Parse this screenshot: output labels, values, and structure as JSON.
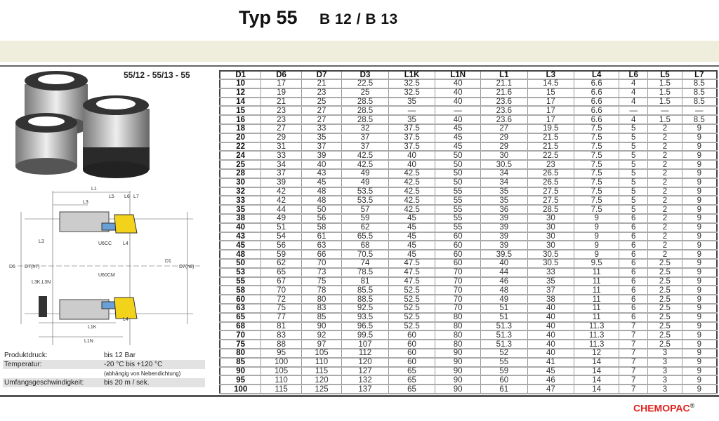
{
  "header": {
    "title": "Typ 55",
    "subtitle": "B 12  /  B 13"
  },
  "model": "55/12 - 55/13 - 55",
  "drawing_labels": [
    "L1",
    "L3",
    "L5",
    "L6",
    "L7",
    "L3",
    "U6CC",
    "L4",
    "D6",
    "D7(h7)",
    "D7(h8)",
    "D1",
    "L3K,L3N",
    "U60CM",
    "L4",
    "L1K",
    "L1N"
  ],
  "table": {
    "columns": [
      "D1",
      "D6",
      "D7",
      "D3",
      "L1K",
      "L1N",
      "L1",
      "L3",
      "L4",
      "L6",
      "L5",
      "L7"
    ],
    "rows": [
      [
        "10",
        "17",
        "21",
        "22.5",
        "32.5",
        "40",
        "21.1",
        "14.5",
        "6.6",
        "4",
        "1.5",
        "8.5"
      ],
      [
        "12",
        "19",
        "23",
        "25",
        "32.5",
        "40",
        "21.6",
        "15",
        "6.6",
        "4",
        "1.5",
        "8.5"
      ],
      [
        "14",
        "21",
        "25",
        "28.5",
        "35",
        "40",
        "23.6",
        "17",
        "6.6",
        "4",
        "1.5",
        "8.5"
      ],
      [
        "15",
        "23",
        "27",
        "28.5",
        "—",
        "—",
        "23.6",
        "17",
        "6.6",
        "—",
        "—",
        "—"
      ],
      [
        "16",
        "23",
        "27",
        "28.5",
        "35",
        "40",
        "23.6",
        "17",
        "6.6",
        "4",
        "1.5",
        "8.5"
      ],
      [
        "18",
        "27",
        "33",
        "32",
        "37.5",
        "45",
        "27",
        "19.5",
        "7.5",
        "5",
        "2",
        "9"
      ],
      [
        "20",
        "29",
        "35",
        "37",
        "37.5",
        "45",
        "29",
        "21.5",
        "7.5",
        "5",
        "2",
        "9"
      ],
      [
        "22",
        "31",
        "37",
        "37",
        "37.5",
        "45",
        "29",
        "21.5",
        "7.5",
        "5",
        "2",
        "9"
      ],
      [
        "24",
        "33",
        "39",
        "42.5",
        "40",
        "50",
        "30",
        "22.5",
        "7.5",
        "5",
        "2",
        "9"
      ],
      [
        "25",
        "34",
        "40",
        "42.5",
        "40",
        "50",
        "30.5",
        "23",
        "7.5",
        "5",
        "2",
        "9"
      ],
      [
        "28",
        "37",
        "43",
        "49",
        "42.5",
        "50",
        "34",
        "26.5",
        "7.5",
        "5",
        "2",
        "9"
      ],
      [
        "30",
        "39",
        "45",
        "49",
        "42.5",
        "50",
        "34",
        "26.5",
        "7.5",
        "5",
        "2",
        "9"
      ],
      [
        "32",
        "42",
        "48",
        "53.5",
        "42.5",
        "55",
        "35",
        "27.5",
        "7.5",
        "5",
        "2",
        "9"
      ],
      [
        "33",
        "42",
        "48",
        "53.5",
        "42.5",
        "55",
        "35",
        "27.5",
        "7.5",
        "5",
        "2",
        "9"
      ],
      [
        "35",
        "44",
        "50",
        "57",
        "42.5",
        "55",
        "36",
        "28.5",
        "7.5",
        "5",
        "2",
        "9"
      ],
      [
        "38",
        "49",
        "56",
        "59",
        "45",
        "55",
        "39",
        "30",
        "9",
        "6",
        "2",
        "9"
      ],
      [
        "40",
        "51",
        "58",
        "62",
        "45",
        "55",
        "39",
        "30",
        "9",
        "6",
        "2",
        "9"
      ],
      [
        "43",
        "54",
        "61",
        "65.5",
        "45",
        "60",
        "39",
        "30",
        "9",
        "6",
        "2",
        "9"
      ],
      [
        "45",
        "56",
        "63",
        "68",
        "45",
        "60",
        "39",
        "30",
        "9",
        "6",
        "2",
        "9"
      ],
      [
        "48",
        "59",
        "66",
        "70.5",
        "45",
        "60",
        "39.5",
        "30.5",
        "9",
        "6",
        "2",
        "9"
      ],
      [
        "50",
        "62",
        "70",
        "74",
        "47.5",
        "60",
        "40",
        "30.5",
        "9.5",
        "6",
        "2.5",
        "9"
      ],
      [
        "53",
        "65",
        "73",
        "78.5",
        "47.5",
        "70",
        "44",
        "33",
        "11",
        "6",
        "2.5",
        "9"
      ],
      [
        "55",
        "67",
        "75",
        "81",
        "47.5",
        "70",
        "46",
        "35",
        "11",
        "6",
        "2.5",
        "9"
      ],
      [
        "58",
        "70",
        "78",
        "85.5",
        "52.5",
        "70",
        "48",
        "37",
        "11",
        "6",
        "2.5",
        "9"
      ],
      [
        "60",
        "72",
        "80",
        "88.5",
        "52.5",
        "70",
        "49",
        "38",
        "11",
        "6",
        "2.5",
        "9"
      ],
      [
        "63",
        "75",
        "83",
        "92.5",
        "52.5",
        "70",
        "51",
        "40",
        "11",
        "6",
        "2.5",
        "9"
      ],
      [
        "65",
        "77",
        "85",
        "93.5",
        "52.5",
        "80",
        "51",
        "40",
        "11",
        "6",
        "2.5",
        "9"
      ],
      [
        "68",
        "81",
        "90",
        "96.5",
        "52.5",
        "80",
        "51.3",
        "40",
        "11.3",
        "7",
        "2.5",
        "9"
      ],
      [
        "70",
        "83",
        "92",
        "99.5",
        "60",
        "80",
        "51.3",
        "40",
        "11.3",
        "7",
        "2.5",
        "9"
      ],
      [
        "75",
        "88",
        "97",
        "107",
        "60",
        "80",
        "51.3",
        "40",
        "11.3",
        "7",
        "2.5",
        "9"
      ],
      [
        "80",
        "95",
        "105",
        "112",
        "60",
        "90",
        "52",
        "40",
        "12",
        "7",
        "3",
        "9"
      ],
      [
        "85",
        "100",
        "110",
        "120",
        "60",
        "90",
        "55",
        "41",
        "14",
        "7",
        "3",
        "9"
      ],
      [
        "90",
        "105",
        "115",
        "127",
        "65",
        "90",
        "59",
        "45",
        "14",
        "7",
        "3",
        "9"
      ],
      [
        "95",
        "110",
        "120",
        "132",
        "65",
        "90",
        "60",
        "46",
        "14",
        "7",
        "3",
        "9"
      ],
      [
        "100",
        "115",
        "125",
        "137",
        "65",
        "90",
        "61",
        "47",
        "14",
        "7",
        "3",
        "9"
      ]
    ]
  },
  "specs": [
    {
      "label": "Produktdruck:",
      "value": "bis 12 Bar"
    },
    {
      "label": "Temperatur:",
      "value": "-20 °C bis +120 °C"
    },
    {
      "label": "",
      "value": "(abhängig von Nebendichtung)"
    },
    {
      "label": "Umfangsgeschwindigkeit:",
      "value": "bis 20 m / sek."
    }
  ],
  "logo": {
    "text": "CHEMOPAC",
    "mark": "®"
  }
}
